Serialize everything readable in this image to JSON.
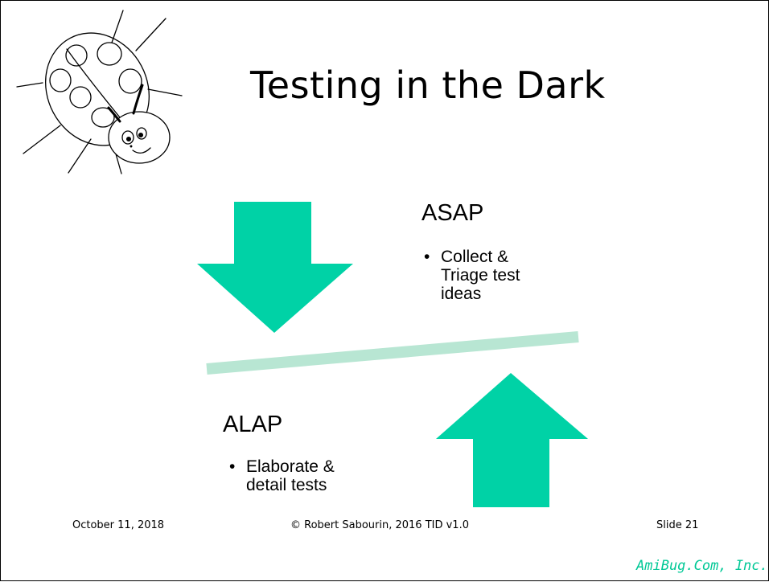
{
  "slide": {
    "title": "Testing in the Dark",
    "asap": {
      "heading": "ASAP",
      "bullet_mark": "•",
      "bullet_lines": [
        "Collect &",
        "Triage test",
        "ideas"
      ]
    },
    "alap": {
      "heading": "ALAP",
      "bullet_mark": "•",
      "bullet_lines": [
        "Elaborate &",
        "detail tests"
      ]
    },
    "footer": {
      "date": "October 11, 2018",
      "copyright": "© Robert Sabourin, 2016 TID v1.0",
      "slide_number": "Slide 21",
      "brand": "AmiBug.Com, Inc."
    }
  },
  "icons": {
    "logo": "ladybug-icon",
    "down": "arrow-down-icon",
    "up": "arrow-up-icon"
  },
  "colors": {
    "arrow": "#00d2a6",
    "seesaw_bar": "#b8e6d3",
    "brand_text": "#00c896"
  }
}
